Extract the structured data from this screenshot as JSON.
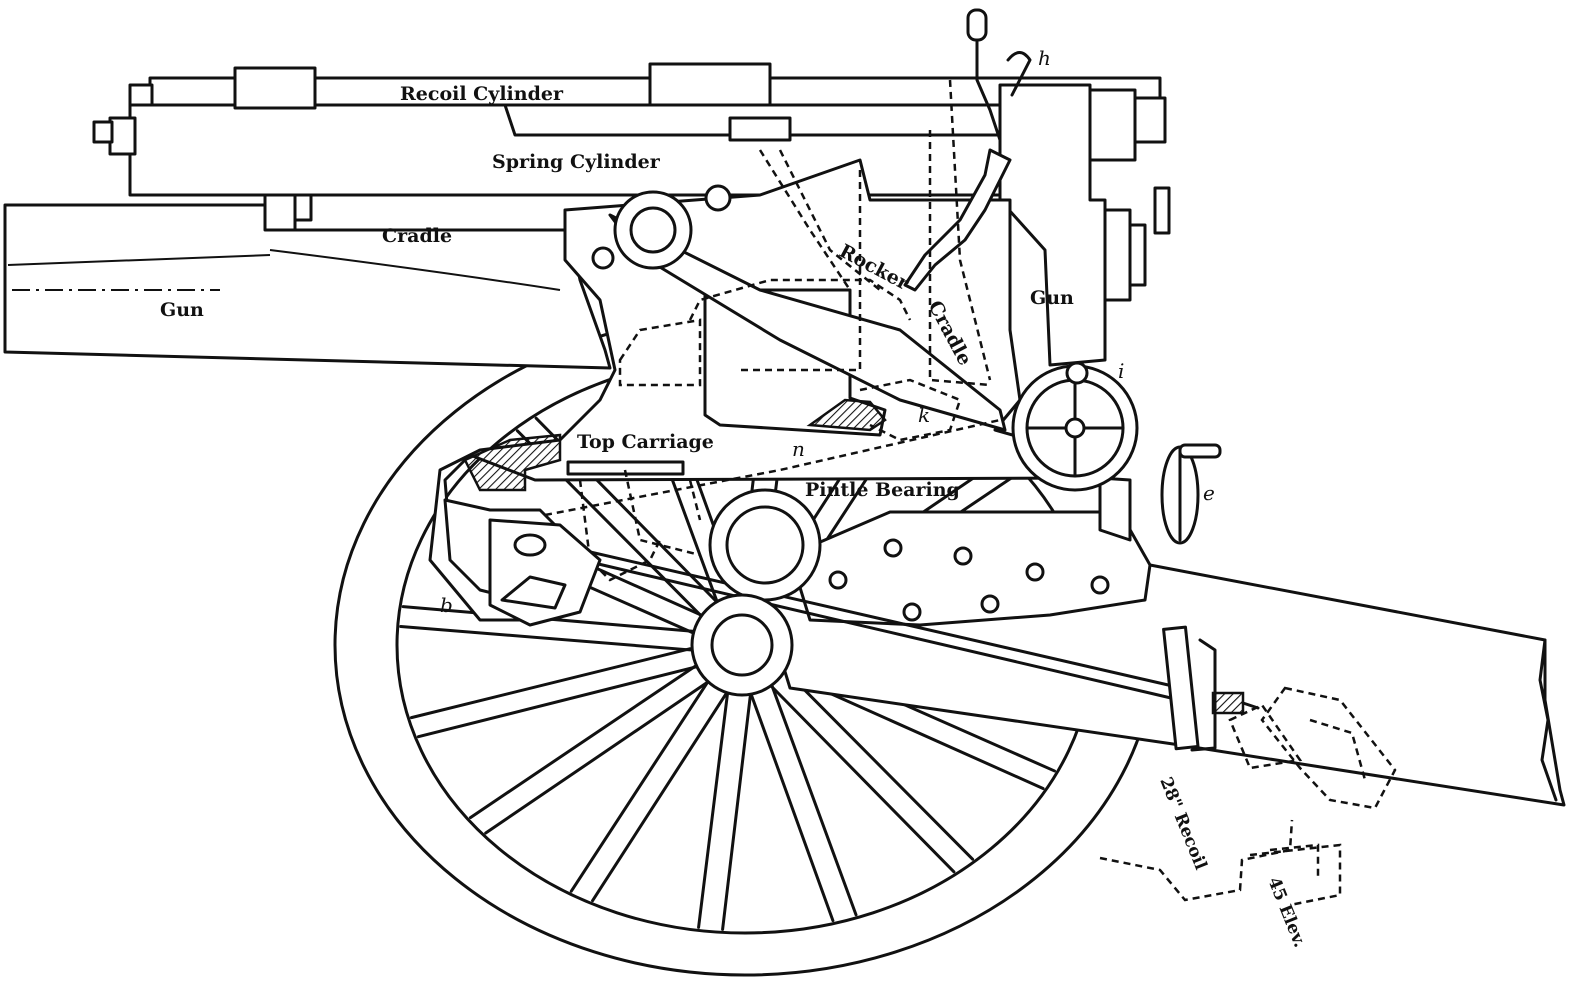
{
  "figure": {
    "labels": {
      "recoil_cylinder": "Recoil Cylinder",
      "spring_cylinder": "Spring Cylinder",
      "cradle_left": "Cradle",
      "gun_left": "Gun",
      "rocker": "Rocker",
      "cradle_right": "Cradle",
      "gun_right": "Gun",
      "top_carriage": "Top Carriage",
      "pintle_bearing": "Pintle Bearing",
      "recoil_note": "28\" Recoil",
      "elevation_note": "45 Elev."
    },
    "letters": {
      "h": "h",
      "i": "i",
      "e": "e",
      "b": "b",
      "n": "n",
      "k": "k"
    },
    "colors": {
      "ink": "#111111",
      "paper": "#ffffff"
    }
  }
}
